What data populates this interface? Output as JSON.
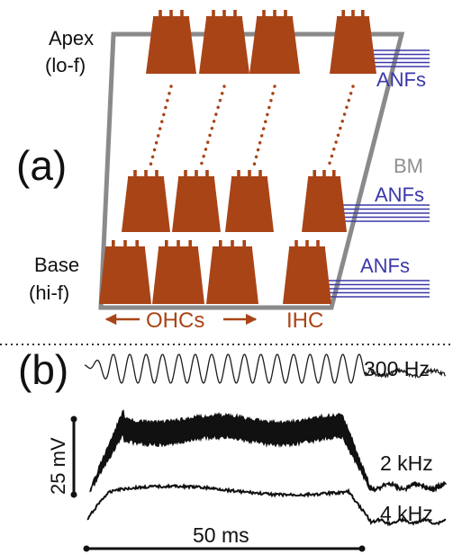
{
  "panel_a": {
    "label": "(a)",
    "apex_label": "Apex",
    "apex_freq": "(lo-f)",
    "base_label": "Base",
    "base_freq": "(hi-f)",
    "bm_label": "BM",
    "anf_label": "ANFs",
    "ohc_label": "OHCs",
    "ihc_label": "IHC"
  },
  "panel_b": {
    "label": "(b)",
    "trace_labels": [
      "300 Hz",
      "2 kHz",
      "4 kHz"
    ],
    "scale_v": "25 mV",
    "scale_t": "50 ms"
  },
  "colors": {
    "hair_cell": "#a94417",
    "frame": "#8a8a8a",
    "nerve": "#3b38a8",
    "bm_text": "#8f8f8f",
    "trace": "#1c1c1c"
  }
}
